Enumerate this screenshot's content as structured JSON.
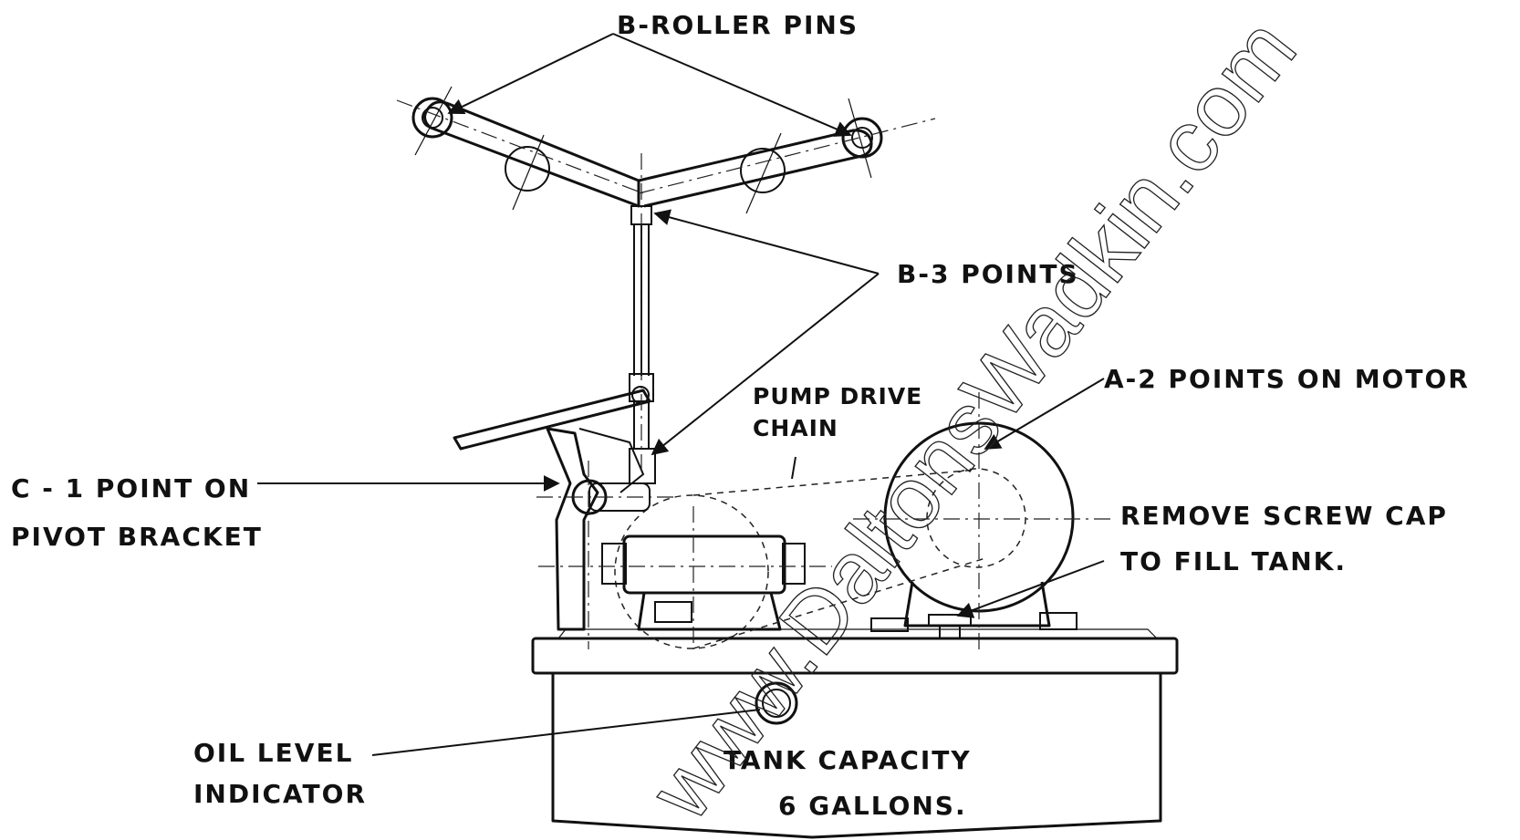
{
  "labels": {
    "roller_pins": "B-ROLLER PINS",
    "b3_points": "B-3 POINTS",
    "pump_drive_chain_line1": "PUMP DRIVE",
    "pump_drive_chain_line2": "CHAIN",
    "a2_points": "A-2 POINTS ON MOTOR",
    "c1_line1": "C - 1 POINT ON",
    "c1_line2": "PIVOT BRACKET",
    "remove_cap_line1": "REMOVE SCREW CAP",
    "remove_cap_line2": "TO FILL TANK.",
    "oil_level_line1": "OIL LEVEL",
    "oil_level_line2": "INDICATOR",
    "tank_capacity_line1": "TANK CAPACITY",
    "tank_capacity_line2": "6 GALLONS."
  },
  "watermark": "www.DaltonsWadkin.com"
}
